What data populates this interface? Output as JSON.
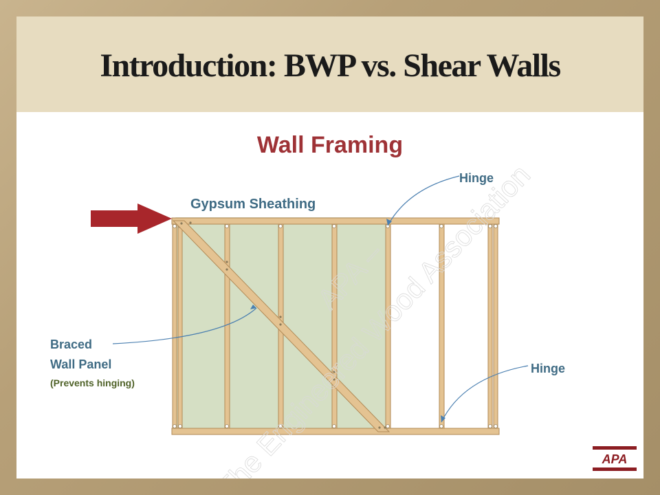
{
  "title": "Introduction: BWP vs. Shear Walls",
  "subtitle": "Wall Framing",
  "labels": {
    "gypsum_sheathing": "Gypsum Sheathing",
    "hinge_top": "Hinge",
    "hinge_right": "Hinge",
    "braced_line1": "Braced",
    "braced_line2": "Wall Panel",
    "braced_line3": "(Prevents hinging)"
  },
  "watermark": {
    "line1": "APA –",
    "line2": "The Engineered Wood Association"
  },
  "logo_text": "APA",
  "colors": {
    "background": "#b7a078",
    "header": "#e7dcc0",
    "title": "#1a1a1a",
    "subtitle": "#9e3236",
    "label_blue": "#3f6b84",
    "label_green": "#4f6228",
    "wood": "#e4c392",
    "wood_edge": "#b18a56",
    "sheathing": "#d5dfc4",
    "arrow": "#a8262b"
  },
  "icons": {
    "load_arrow": "right-arrow-icon",
    "logo": "apa-logo-icon"
  }
}
